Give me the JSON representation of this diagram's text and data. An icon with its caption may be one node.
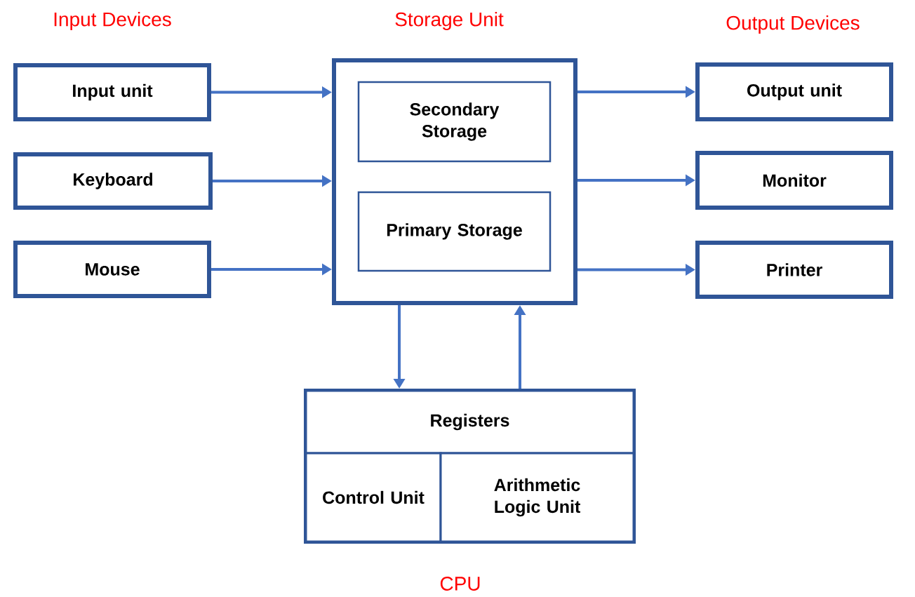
{
  "diagram": {
    "nodes": [
      {
        "text": [
          "Input unit"
        ]
      },
      {
        "text": [
          "Keyboard"
        ]
      },
      {
        "text": [
          "Mouse"
        ]
      },
      {
        "text": [
          "Storage Unit"
        ]
      },
      {
        "text": [
          "Secondary Storage"
        ],
        "in": 3
      },
      {
        "text": [
          "Primary Storage"
        ],
        "in": 3
      },
      {
        "text": [
          "Output unit"
        ]
      },
      {
        "text": [
          "Monitor"
        ]
      },
      {
        "text": [
          "Printer"
        ]
      },
      {
        "text": [
          "CPU"
        ]
      },
      {
        "text": [
          "Registers"
        ],
        "in": 9
      },
      {
        "text": [
          "Control Unit"
        ],
        "in": 9
      },
      {
        "text": [
          "Arithmetic Logic Unit"
        ],
        "in": 9
      }
    ],
    "edges": [
      {
        "from": 0,
        "to": 3,
        "arrow": "to"
      },
      {
        "from": 1,
        "to": 3,
        "arrow": "to"
      },
      {
        "from": 2,
        "to": 3,
        "arrow": "to"
      },
      {
        "from": 3,
        "to": 6,
        "arrow": "to"
      },
      {
        "from": 3,
        "to": 7,
        "arrow": "to"
      },
      {
        "from": 3,
        "to": 8,
        "arrow": "to"
      },
      {
        "from": 3,
        "to": 9,
        "arrow": "to"
      },
      {
        "from": 9,
        "to": 3,
        "arrow": "to"
      }
    ],
    "labels": [
      "Input Devices",
      "Output Devices"
    ]
  }
}
